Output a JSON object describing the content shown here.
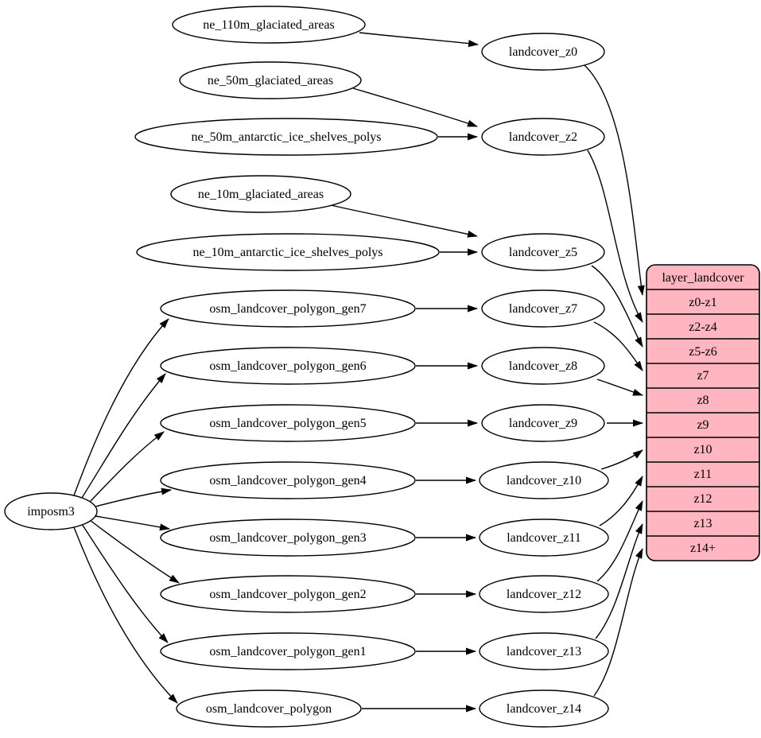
{
  "diagram": {
    "kind": "graphviz-dependency-diagram",
    "colors": {
      "background": "#ffffff",
      "node_fill": "#ffffff",
      "node_stroke": "#000000",
      "edge_color": "#000000",
      "table_fill": "#FFB6C1",
      "text_color": "#000000"
    },
    "nodes": {
      "imposm3": "imposm3",
      "ne_110m_glaciated_areas": "ne_110m_glaciated_areas",
      "ne_50m_glaciated_areas": "ne_50m_glaciated_areas",
      "ne_50m_antarctic_ice_shelves_polys": "ne_50m_antarctic_ice_shelves_polys",
      "ne_10m_glaciated_areas": "ne_10m_glaciated_areas",
      "ne_10m_antarctic_ice_shelves_polys": "ne_10m_antarctic_ice_shelves_polys",
      "osm_landcover_polygon_gen7": "osm_landcover_polygon_gen7",
      "osm_landcover_polygon_gen6": "osm_landcover_polygon_gen6",
      "osm_landcover_polygon_gen5": "osm_landcover_polygon_gen5",
      "osm_landcover_polygon_gen4": "osm_landcover_polygon_gen4",
      "osm_landcover_polygon_gen3": "osm_landcover_polygon_gen3",
      "osm_landcover_polygon_gen2": "osm_landcover_polygon_gen2",
      "osm_landcover_polygon_gen1": "osm_landcover_polygon_gen1",
      "osm_landcover_polygon": "osm_landcover_polygon",
      "landcover_z0": "landcover_z0",
      "landcover_z2": "landcover_z2",
      "landcover_z5": "landcover_z5",
      "landcover_z7": "landcover_z7",
      "landcover_z8": "landcover_z8",
      "landcover_z9": "landcover_z9",
      "landcover_z10": "landcover_z10",
      "landcover_z11": "landcover_z11",
      "landcover_z12": "landcover_z12",
      "landcover_z13": "landcover_z13",
      "landcover_z14": "landcover_z14"
    },
    "table": {
      "title": "layer_landcover",
      "rows": [
        "z0-z1",
        "z2-z4",
        "z5-z6",
        "z7",
        "z8",
        "z9",
        "z10",
        "z11",
        "z12",
        "z13",
        "z14+"
      ]
    },
    "edges": [
      {
        "from": "imposm3",
        "to": "osm_landcover_polygon_gen7"
      },
      {
        "from": "imposm3",
        "to": "osm_landcover_polygon_gen6"
      },
      {
        "from": "imposm3",
        "to": "osm_landcover_polygon_gen5"
      },
      {
        "from": "imposm3",
        "to": "osm_landcover_polygon_gen4"
      },
      {
        "from": "imposm3",
        "to": "osm_landcover_polygon_gen3"
      },
      {
        "from": "imposm3",
        "to": "osm_landcover_polygon_gen2"
      },
      {
        "from": "imposm3",
        "to": "osm_landcover_polygon_gen1"
      },
      {
        "from": "imposm3",
        "to": "osm_landcover_polygon"
      },
      {
        "from": "ne_110m_glaciated_areas",
        "to": "landcover_z0"
      },
      {
        "from": "ne_50m_glaciated_areas",
        "to": "landcover_z2"
      },
      {
        "from": "ne_50m_antarctic_ice_shelves_polys",
        "to": "landcover_z2"
      },
      {
        "from": "ne_10m_glaciated_areas",
        "to": "landcover_z5"
      },
      {
        "from": "ne_10m_antarctic_ice_shelves_polys",
        "to": "landcover_z5"
      },
      {
        "from": "osm_landcover_polygon_gen7",
        "to": "landcover_z7"
      },
      {
        "from": "osm_landcover_polygon_gen6",
        "to": "landcover_z8"
      },
      {
        "from": "osm_landcover_polygon_gen5",
        "to": "landcover_z9"
      },
      {
        "from": "osm_landcover_polygon_gen4",
        "to": "landcover_z10"
      },
      {
        "from": "osm_landcover_polygon_gen3",
        "to": "landcover_z11"
      },
      {
        "from": "osm_landcover_polygon_gen2",
        "to": "landcover_z12"
      },
      {
        "from": "osm_landcover_polygon_gen1",
        "to": "landcover_z13"
      },
      {
        "from": "osm_landcover_polygon",
        "to": "landcover_z14"
      },
      {
        "from": "landcover_z0",
        "to": "layer_landcover:z0-z1"
      },
      {
        "from": "landcover_z2",
        "to": "layer_landcover:z2-z4"
      },
      {
        "from": "landcover_z5",
        "to": "layer_landcover:z5-z6"
      },
      {
        "from": "landcover_z7",
        "to": "layer_landcover:z7"
      },
      {
        "from": "landcover_z8",
        "to": "layer_landcover:z8"
      },
      {
        "from": "landcover_z9",
        "to": "layer_landcover:z9"
      },
      {
        "from": "landcover_z10",
        "to": "layer_landcover:z10"
      },
      {
        "from": "landcover_z11",
        "to": "layer_landcover:z11"
      },
      {
        "from": "landcover_z12",
        "to": "layer_landcover:z12"
      },
      {
        "from": "landcover_z13",
        "to": "layer_landcover:z13"
      },
      {
        "from": "landcover_z14",
        "to": "layer_landcover:z14+"
      }
    ]
  }
}
